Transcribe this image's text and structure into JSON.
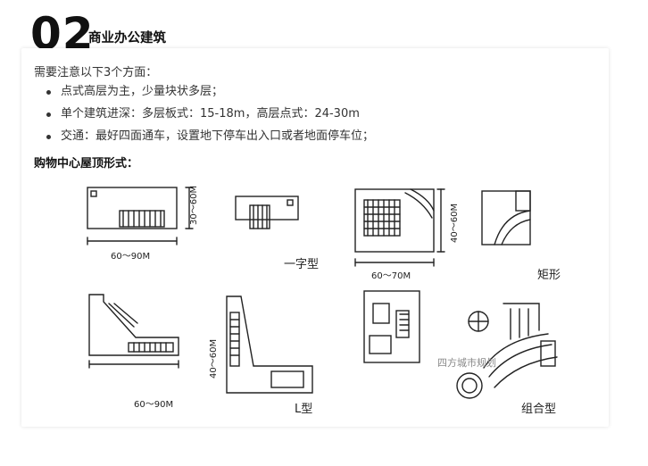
{
  "section": {
    "number": "02",
    "title": "商业办公建筑"
  },
  "intro": "需要注意以下3个方面：",
  "points": [
    "点式高层为主，少量块状多层；",
    "单个建筑进深：多层板式：15-18m，高层点式：24-30m",
    "交通：最好四面通车，设置地下停车出入口或者地面停车位；"
  ],
  "subhead": "购物中心屋顶形式：",
  "sketch_labels": {
    "dim_60_90_top": "60～90M",
    "dim_30_60": "30～60M",
    "dim_60_70": "60～70M",
    "dim_40_60_top": "40～60M",
    "dim_60_90_bottom": "60～90M",
    "dim_40_60_bottom": "40～60M",
    "type_line": "一字型",
    "type_rect": "矩形",
    "type_l": "L型",
    "type_group": "组合型"
  },
  "watermark": "四方城市规划"
}
